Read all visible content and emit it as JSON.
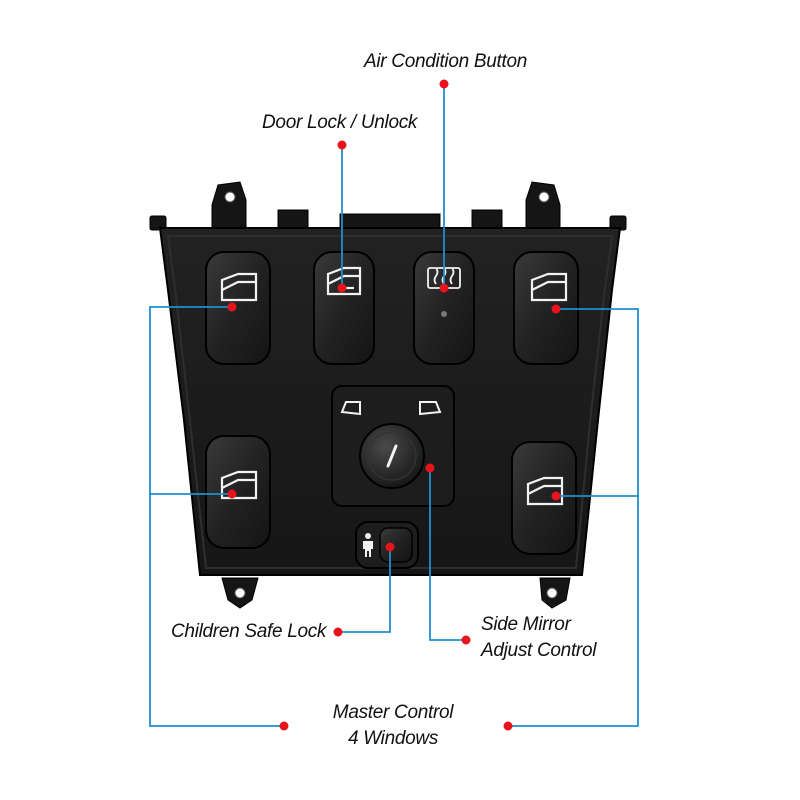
{
  "labels": {
    "air_condition": "Air Condition Button",
    "door_lock": "Door Lock / Unlock",
    "children_lock": "Children Safe Lock",
    "side_mirror_line1": "Side Mirror",
    "side_mirror_line2": "Adjust Control",
    "master_line1": "Master Control",
    "master_line2": "4 Windows"
  },
  "colors": {
    "leader_line": "#1e8fd0",
    "marker_dot": "#e8141c",
    "panel": "#1a1a1a",
    "button": "#232323",
    "icon": "#f2f2f2",
    "background": "#ffffff"
  },
  "icons": {
    "window_buttons": "window-icon",
    "door_lock_button": "door-lock-icon",
    "air_button": "rear-defrost-icon",
    "child_lock_button": "child-lock-icon",
    "mirror_left": "left-mirror-icon",
    "mirror_right": "right-mirror-icon"
  }
}
